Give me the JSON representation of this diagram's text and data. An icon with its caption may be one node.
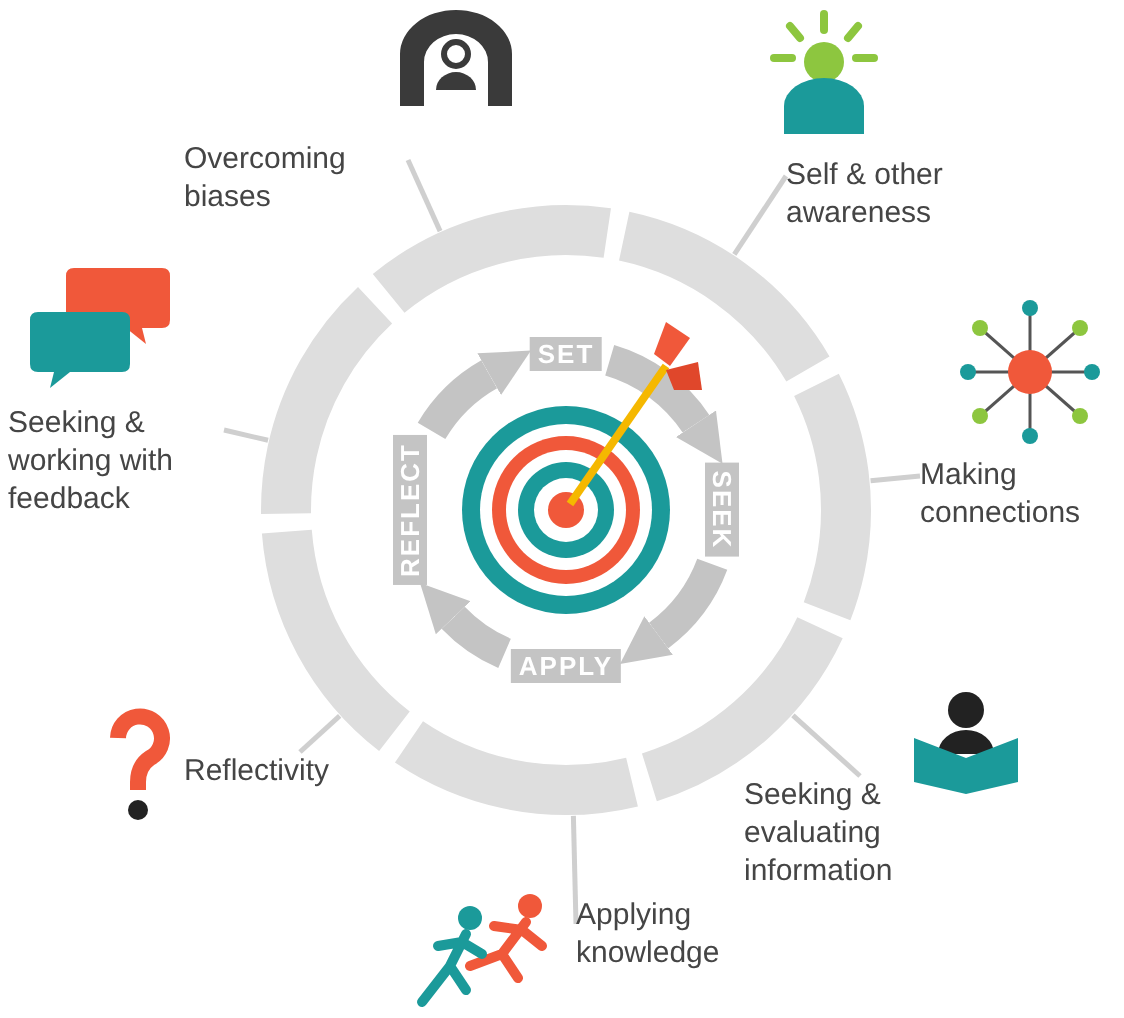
{
  "diagram": {
    "nodes": [
      {
        "text": [
          "Overcoming biases"
        ]
      },
      {
        "text": [
          "Self & other awareness"
        ]
      },
      {
        "text": [
          "Making connections"
        ]
      },
      {
        "text": [
          "Seeking & evaluating information"
        ]
      },
      {
        "text": [
          "Applying knowledge"
        ]
      },
      {
        "text": [
          "Reflectivity"
        ]
      },
      {
        "text": [
          "Seeking & working with feedback"
        ]
      },
      {
        "text": [],
        "shape": "circle"
      },
      {
        "text": [
          "SET"
        ],
        "in": 7
      },
      {
        "text": [
          "SEEK"
        ],
        "in": 7
      },
      {
        "text": [
          "APPLY"
        ],
        "in": 7
      },
      {
        "text": [
          "REFLECT"
        ],
        "in": 7
      }
    ],
    "edges": [
      {
        "from": 7,
        "to": 0,
        "arrow": "none"
      },
      {
        "from": 7,
        "to": 1,
        "arrow": "none"
      },
      {
        "from": 7,
        "to": 2,
        "arrow": "none"
      },
      {
        "from": 7,
        "to": 3,
        "arrow": "none"
      },
      {
        "from": 7,
        "to": 4,
        "arrow": "none"
      },
      {
        "from": 7,
        "to": 5,
        "arrow": "none"
      },
      {
        "from": 7,
        "to": 6,
        "arrow": "none"
      },
      {
        "from": 8,
        "to": 9,
        "arrow": "to",
        "style": "thick"
      },
      {
        "from": 9,
        "to": 10,
        "arrow": "to",
        "style": "thick"
      },
      {
        "from": 10,
        "to": 11,
        "arrow": "to",
        "style": "thick"
      },
      {
        "from": 11,
        "to": 8,
        "arrow": "to",
        "style": "thick"
      }
    ]
  }
}
